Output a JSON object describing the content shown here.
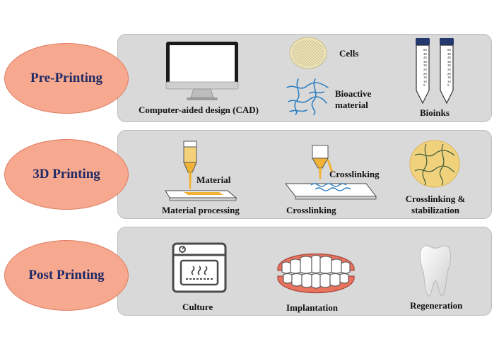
{
  "stages": [
    {
      "label": "Pre-Printing"
    },
    {
      "label": "3D Printing"
    },
    {
      "label": "Post Printing"
    }
  ],
  "pre": {
    "cad": "Computer-aided design (CAD)",
    "cells": "Cells",
    "bioactive_1": "Bioactive",
    "bioactive_2": "material",
    "bioinks": "Bioinks",
    "tube_scale": [
      "50",
      "45",
      "40",
      "35",
      "30",
      "25",
      "20",
      "15",
      "10",
      "5"
    ]
  },
  "printing": {
    "material_tag": "Material",
    "material_processing": "Material processing",
    "crosslinking_tag": "Crosslinking",
    "crosslinking": "Crosslinking",
    "stab_1": "Crosslinking &",
    "stab_2": "stabilization"
  },
  "post": {
    "culture": "Culture",
    "implantation": "Implantation",
    "regeneration": "Regeneration"
  },
  "colors": {
    "panel": "#d9d9d9",
    "ellipse": "#f7a98f",
    "ellipse_border": "#e07a5f",
    "stage_text": "#1f2a66",
    "ink": "#f2b233",
    "hydrogel_blue": "#2f7fc1",
    "gum": "#e8735f"
  }
}
